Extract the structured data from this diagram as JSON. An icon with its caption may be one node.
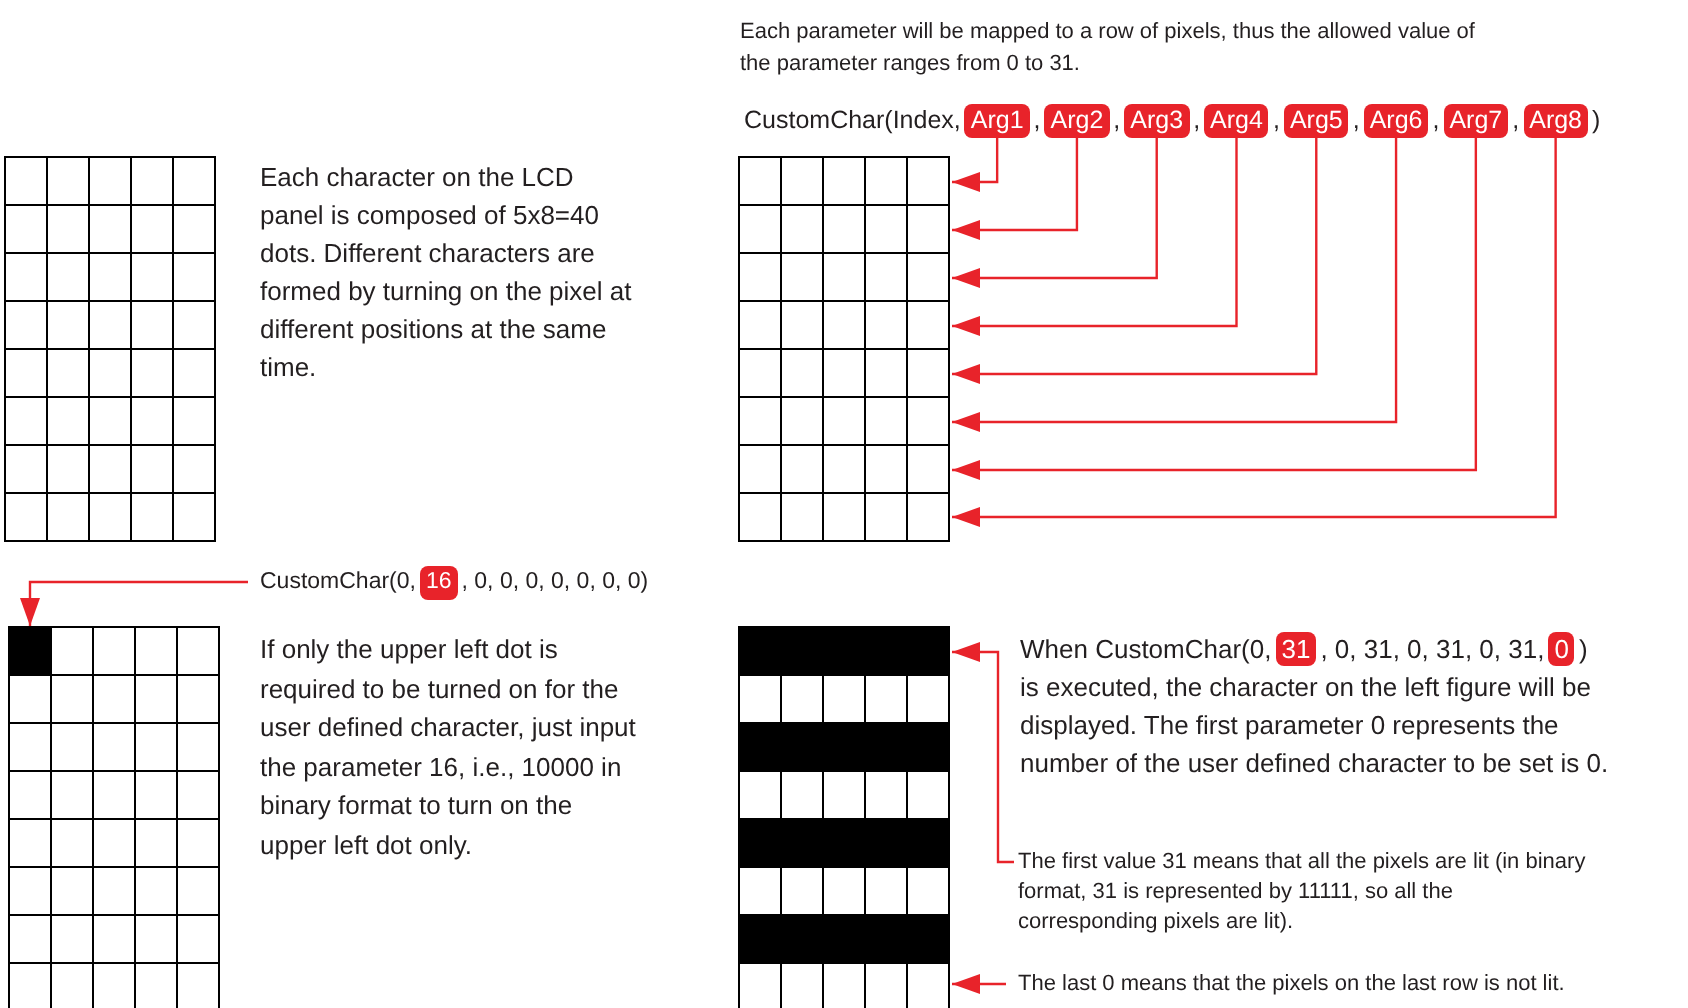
{
  "diagram": {
    "nodes": [
      {
        "text": [],
        "shape": "box"
      },
      {
        "text": [],
        "shape": "box"
      },
      {
        "text": [],
        "shape": "bar",
        "in": 1
      },
      {
        "text": [],
        "shape": "bar",
        "in": 1
      },
      {
        "text": [],
        "shape": "bar",
        "in": 1
      },
      {
        "text": [],
        "shape": "bar",
        "in": 1
      },
      {
        "text": [],
        "shape": "bar",
        "in": 1
      },
      {
        "text": [],
        "shape": "bar",
        "in": 1
      },
      {
        "text": [],
        "shape": "bar",
        "in": 1
      },
      {
        "text": [],
        "shape": "bar",
        "in": 1
      },
      {
        "text": [
          "Arg1"
        ]
      },
      {
        "text": [
          "Arg2"
        ]
      },
      {
        "text": [
          "Arg3"
        ]
      },
      {
        "text": [
          "Arg4"
        ]
      },
      {
        "text": [
          "Arg5"
        ]
      },
      {
        "text": [
          "Arg6"
        ]
      },
      {
        "text": [
          "Arg7"
        ]
      },
      {
        "text": [
          "Arg8"
        ]
      },
      {
        "text": [
          "CustomChar(0,",
          "16",
          ", 0, 0, 0, 0, 0, 0, 0)"
        ]
      },
      {
        "text": [],
        "shape": "box"
      },
      {
        "text": [],
        "shape": "box",
        "in": 19
      },
      {
        "text": [],
        "shape": "box"
      },
      {
        "text": [],
        "shape": "bar",
        "in": 21
      },
      {
        "text": [],
        "shape": "bar",
        "in": 21
      },
      {
        "text": [],
        "shape": "bar",
        "in": 21
      },
      {
        "text": [],
        "shape": "bar",
        "in": 21
      },
      {
        "text": [],
        "shape": "bar",
        "in": 21
      },
      {
        "text": [],
        "shape": "bar",
        "in": 21
      },
      {
        "text": [],
        "shape": "bar",
        "in": 21
      },
      {
        "text": [],
        "shape": "bar",
        "in": 21
      },
      {
        "text": [
          "When CustomChar(0,",
          "31",
          ", 0, 31, 0, 31, 0, 31,",
          "0",
          ")",
          "is executed, the character on the left figure will be displayed. The first parameter 0 represents the number of the user defined character to be set is 0."
        ]
      },
      {
        "text": [
          "The first value 31 means that all the pixels are lit (in binary format, 31 is represented by 11111, so all the corresponding pixels are lit)."
        ]
      },
      {
        "text": [
          "The last 0 means that the pixels on the last row is not lit."
        ]
      }
    ],
    "edges": [
      {
        "from": 10,
        "to": 2,
        "arrow": "to"
      },
      {
        "from": 11,
        "to": 3,
        "arrow": "to"
      },
      {
        "from": 12,
        "to": 4,
        "arrow": "to"
      },
      {
        "from": 13,
        "to": 5,
        "arrow": "to"
      },
      {
        "from": 14,
        "to": 6,
        "arrow": "to"
      },
      {
        "from": 15,
        "to": 7,
        "arrow": "to"
      },
      {
        "from": 16,
        "to": 8,
        "arrow": "to"
      },
      {
        "from": 17,
        "to": 9,
        "arrow": "to"
      },
      {
        "from": 18,
        "to": 20,
        "arrow": "to"
      },
      {
        "from": 31,
        "to": 22,
        "arrow": "to"
      },
      {
        "from": 32,
        "to": 29,
        "arrow": "to"
      }
    ],
    "labels": [
      "Each parameter will be mapped to a row of pixels, thus the allowed value of the parameter ranges from 0 to 31.",
      "CustomChar(Index,",
      ",",
      ",",
      ",",
      ",",
      ",",
      ",",
      ",",
      ")",
      "Each character on the LCD panel is composed of 5x8=40 dots. Different characters are formed by turning on the pixel at different positions at the same time.",
      "If only the upper left dot is required to be turned on for the user defined character, just input the parameter 16, i.e., 10000 in binary format to turn on the upper left dot only."
    ]
  }
}
